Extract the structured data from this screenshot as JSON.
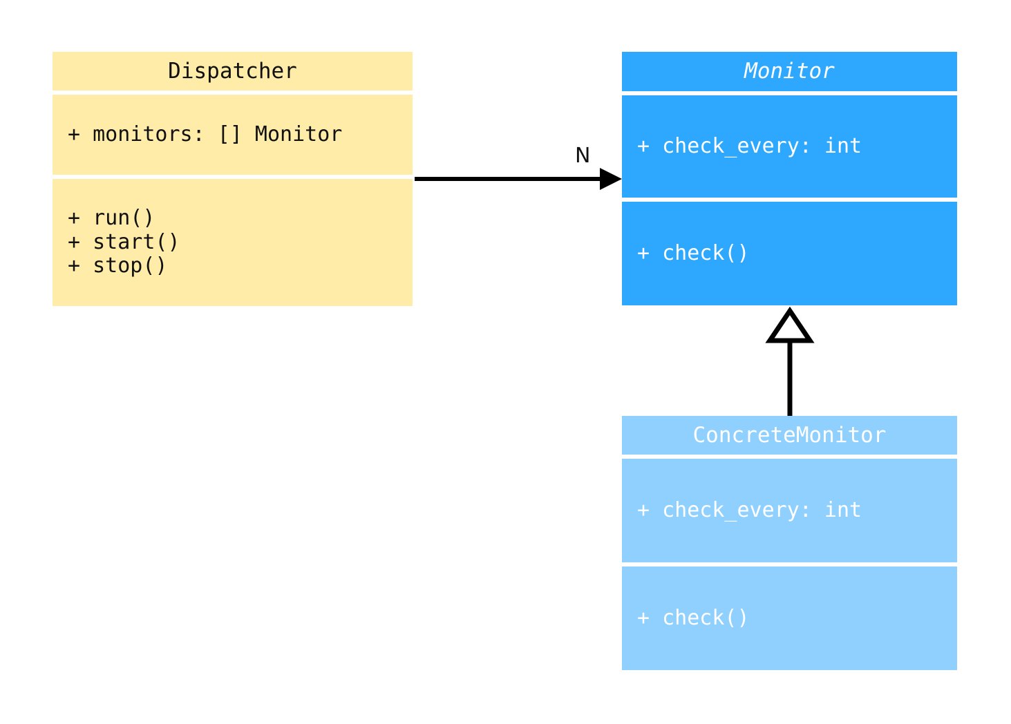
{
  "diagram": {
    "type": "uml-class-diagram",
    "background": "#ffffff"
  },
  "classes": [
    {
      "id": "dispatcher",
      "name": "Dispatcher",
      "abstract": false,
      "fill": "#ffeca8",
      "text_color": "#111111",
      "attributes": [
        "+ monitors: [] Monitor"
      ],
      "methods": [
        "+ run()",
        "+ start()",
        "+ stop()"
      ]
    },
    {
      "id": "monitor",
      "name": "Monitor",
      "abstract": true,
      "fill": "#2ea8ff",
      "text_color": "#ffffff",
      "attributes": [
        "+ check_every: int"
      ],
      "methods": [
        "+ check()"
      ]
    },
    {
      "id": "concrete_monitor",
      "name": "ConcreteMonitor",
      "abstract": false,
      "fill": "#8fd0ff",
      "text_color": "#ffffff",
      "attributes": [
        "+ check_every: int"
      ],
      "methods": [
        "+ check()"
      ]
    }
  ],
  "relationships": [
    {
      "id": "dispatcher-to-monitor",
      "kind": "association",
      "from": "Dispatcher",
      "to": "Monitor",
      "label": "N",
      "arrowhead": "filled-arrow",
      "line": "solid",
      "color": "#000000"
    },
    {
      "id": "concrete-to-monitor",
      "kind": "generalization",
      "from": "ConcreteMonitor",
      "to": "Monitor",
      "label": "",
      "arrowhead": "hollow-triangle",
      "line": "solid",
      "color": "#000000"
    }
  ]
}
